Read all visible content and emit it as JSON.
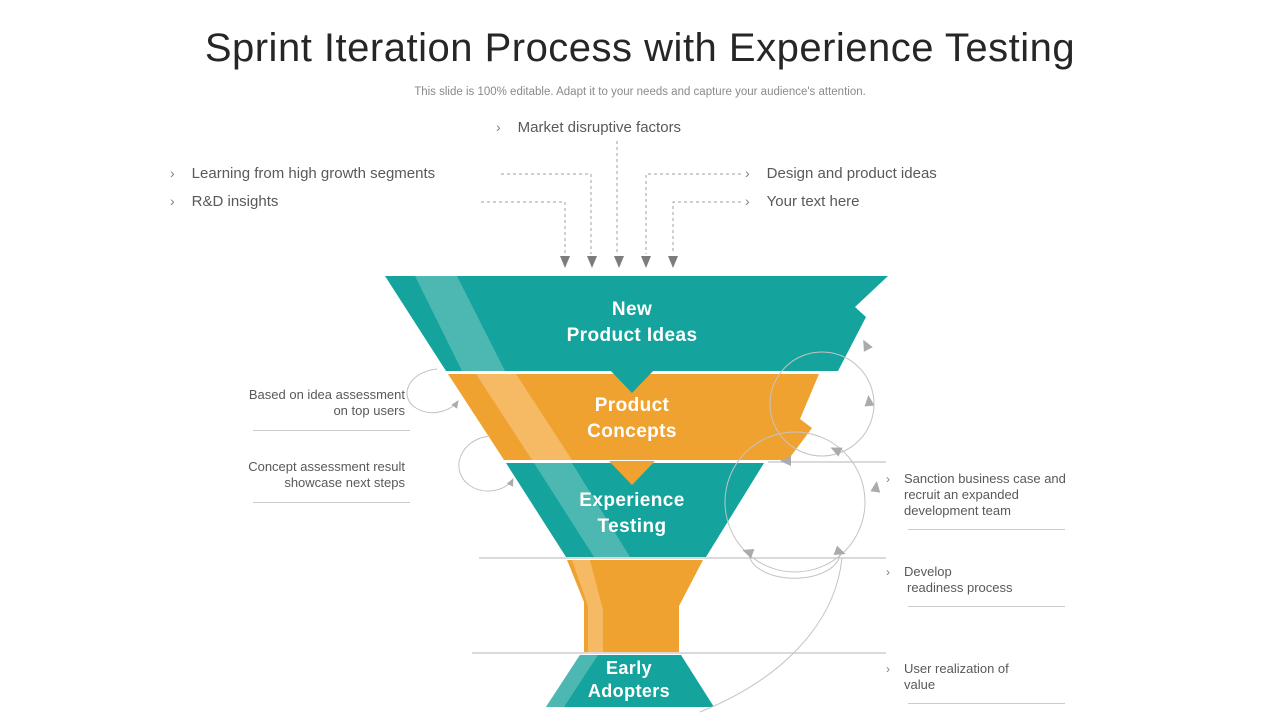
{
  "title": "Sprint Iteration Process with Experience Testing",
  "subtitle": "This slide is 100% editable. Adapt it to your needs and capture your audience's attention.",
  "chevron": "›",
  "colors": {
    "teal": "#14a39d",
    "teal_light": "#4cb8b1",
    "orange": "#f0a231",
    "orange_light": "#f5ba63",
    "arrow_gray": "#7c7c7c"
  },
  "top_labels": {
    "market": "Market disruptive factors",
    "learning": "Learning from high growth segments",
    "rd": "R&D insights",
    "design": "Design and product ideas",
    "your_text": "Your text here"
  },
  "funnel": {
    "stages": [
      {
        "line1": "New",
        "line2": "Product Ideas"
      },
      {
        "line1": "Product",
        "line2": "Concepts"
      },
      {
        "line1": "Experience",
        "line2": "Testing"
      },
      {
        "line1": "Early",
        "line2": "Adopters"
      }
    ]
  },
  "annotations": {
    "left": [
      {
        "line1": "Based on idea assessment",
        "line2": "on top users"
      },
      {
        "line1": "Concept assessment result",
        "line2": "showcase next steps"
      }
    ],
    "right": [
      {
        "line1": "Sanction business case and",
        "line2": "recruit an expanded",
        "line3": "development team"
      },
      {
        "line1": "Develop",
        "line2": "readiness process"
      },
      {
        "line1": "User realization of",
        "line2": "value"
      }
    ]
  }
}
